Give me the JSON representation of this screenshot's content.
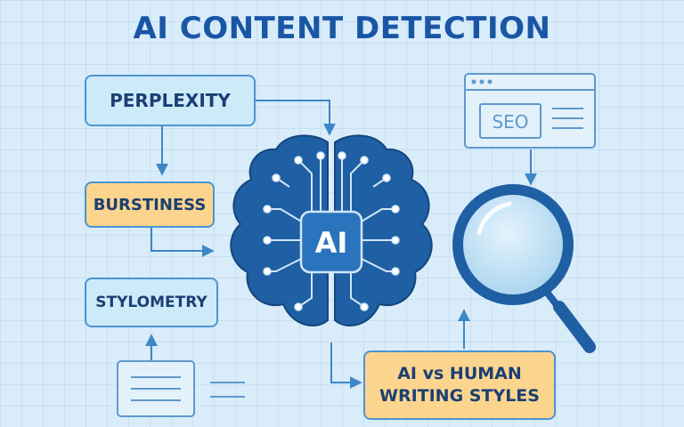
{
  "title": "AI CONTENT DETECTION",
  "boxes": {
    "perplexity": "PERPLEXITY",
    "burstiness": "BURSTINESS",
    "stylometry": "STYLOMETRY",
    "ai_vs_human_line1": "AI vs HUMAN",
    "ai_vs_human_line2": "WRITING STYLES"
  },
  "brain_label": "AI",
  "browser_label": "SEO",
  "icons": [
    "brain-circuit-icon",
    "magnifying-glass-icon",
    "browser-window-icon",
    "document-icon"
  ],
  "colors": {
    "background": "#d9ecf9",
    "title": "#1a56a6",
    "brain": "#1f5fa3",
    "box_blue": "#cdeaf9",
    "box_yellow": "#fbd58e",
    "border": "#4d94cf"
  }
}
